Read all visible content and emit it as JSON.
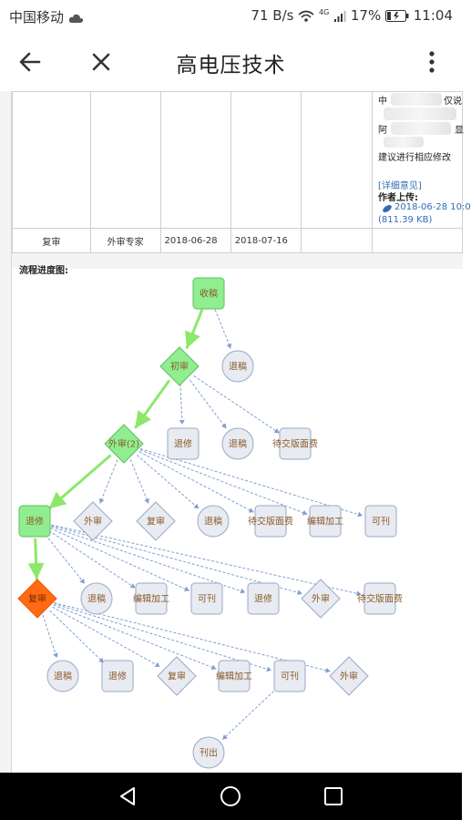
{
  "status_bar": {
    "carrier": "中国移动",
    "speed": "71 B/s",
    "network": "4G",
    "battery": "17%",
    "time": "11:04"
  },
  "toolbar": {
    "title": "高电压技术",
    "back_icon": "arrow-left-icon",
    "close_icon": "close-icon",
    "menu_icon": "more-vertical-icon"
  },
  "review_table": {
    "row": [
      "复审",
      "外审专家",
      "2018-06-28",
      "2018-07-16",
      "",
      ""
    ],
    "note_lines": [
      "中",
      "仅说",
      "阿",
      "显",
      "建议进行相应修改"
    ],
    "details_link": "[详细意见]",
    "author_upload_label": "作者上传:",
    "file_time": "2018-06-28 10:0",
    "file_size": "(811.39 KB)"
  },
  "flow": {
    "label": "流程进度图:",
    "nodes": [
      {
        "id": "n1",
        "label": "收稿"
      },
      {
        "id": "n2",
        "label": "初审"
      },
      {
        "id": "n3",
        "label": "退稿"
      },
      {
        "id": "n4",
        "label": "外审(2)"
      },
      {
        "id": "n5",
        "label": "退修"
      },
      {
        "id": "n6",
        "label": "退稿"
      },
      {
        "id": "n7",
        "label": "待交版面费"
      },
      {
        "id": "n8",
        "label": "退修"
      },
      {
        "id": "n9",
        "label": "外审"
      },
      {
        "id": "n10",
        "label": "复审"
      },
      {
        "id": "n11",
        "label": "退稿"
      },
      {
        "id": "n12",
        "label": "待交版面费"
      },
      {
        "id": "n13",
        "label": "编辑加工"
      },
      {
        "id": "n14",
        "label": "可刊"
      },
      {
        "id": "n15",
        "label": "复审"
      },
      {
        "id": "n16",
        "label": "退稿"
      },
      {
        "id": "n17",
        "label": "编辑加工"
      },
      {
        "id": "n18",
        "label": "可刊"
      },
      {
        "id": "n19",
        "label": "退修"
      },
      {
        "id": "n20",
        "label": "外审"
      },
      {
        "id": "n21",
        "label": "待交版面费"
      },
      {
        "id": "n22",
        "label": "退稿"
      },
      {
        "id": "n23",
        "label": "退修"
      },
      {
        "id": "n24",
        "label": "复审"
      },
      {
        "id": "n25",
        "label": "编辑加工"
      },
      {
        "id": "n26",
        "label": "可刊"
      },
      {
        "id": "n27",
        "label": "外审"
      },
      {
        "id": "n28",
        "label": "刊出"
      }
    ],
    "colors": {
      "done": "#90ee90",
      "current": "#ff6a13",
      "pending": "#e8ebf2",
      "edge_done": "#8de86a",
      "edge_pending": "#7f9fd0"
    }
  },
  "nav_bar": {
    "back_icon": "triangle-back-icon",
    "home_icon": "circle-home-icon",
    "recents_icon": "square-recents-icon"
  }
}
